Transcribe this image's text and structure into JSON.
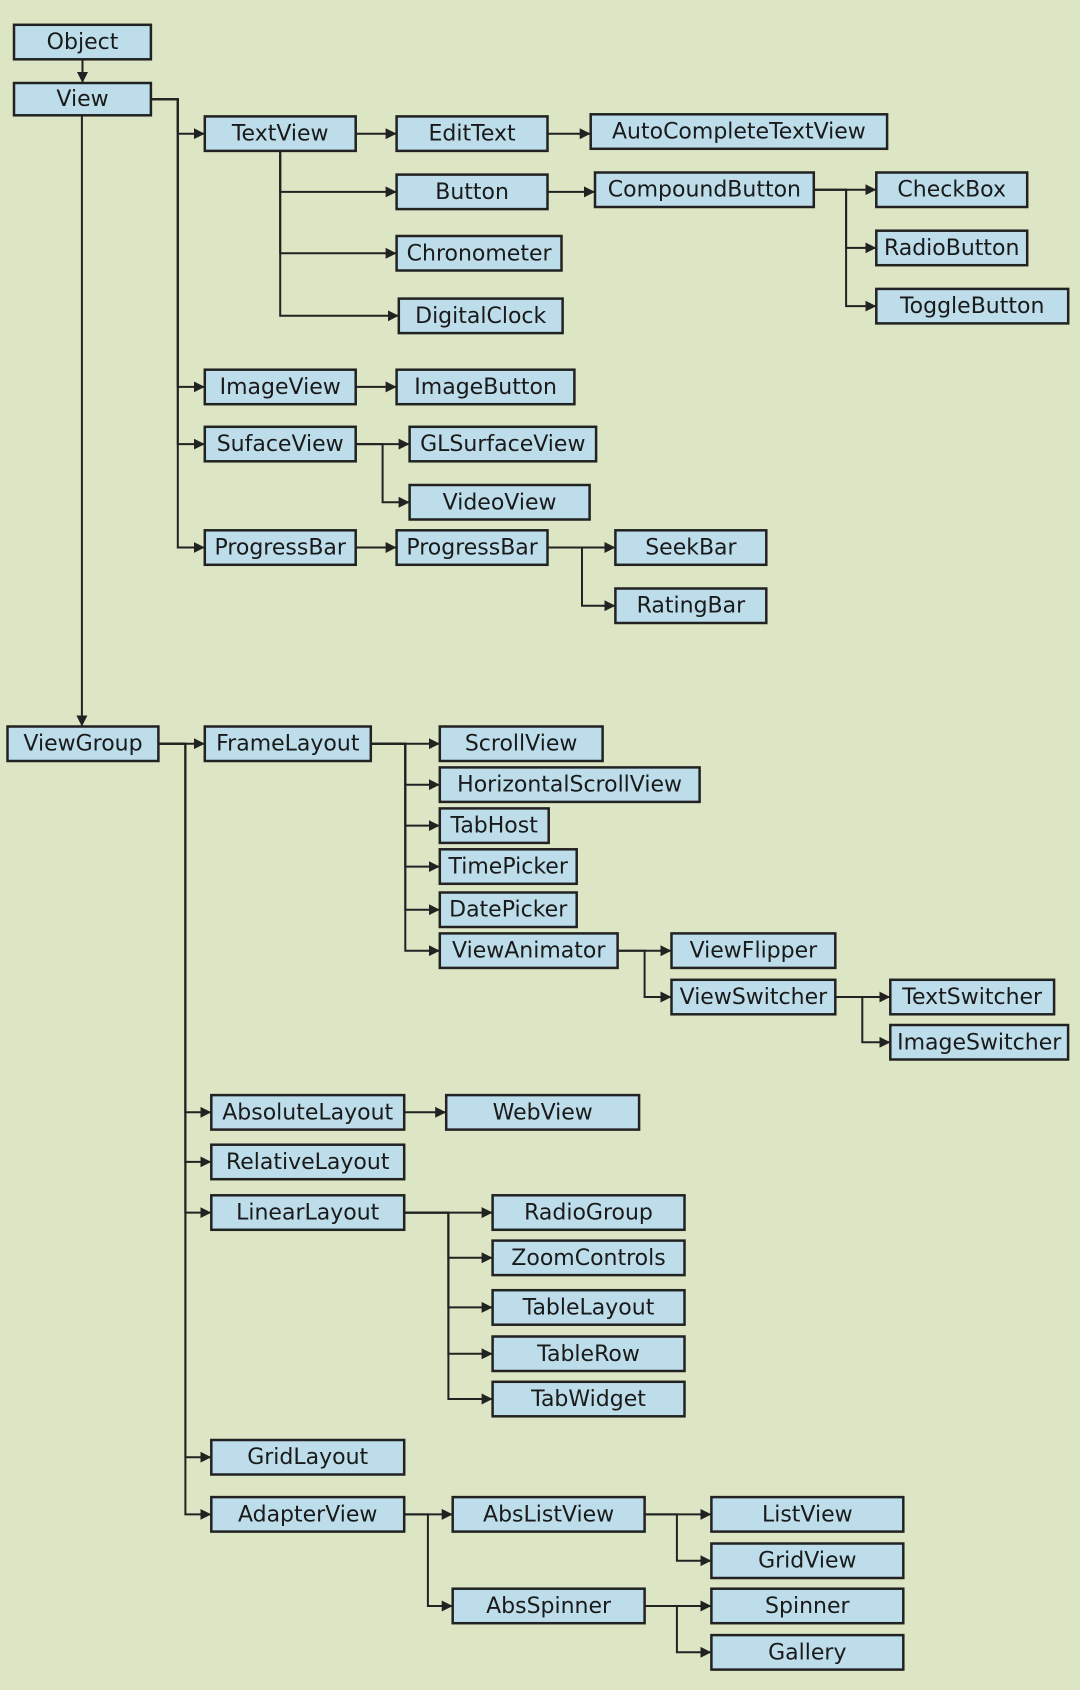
{
  "diagram": {
    "nodes": [
      {
        "id": "object",
        "label": "Object"
      },
      {
        "id": "view",
        "label": "View"
      },
      {
        "id": "textview",
        "label": "TextView"
      },
      {
        "id": "edittext",
        "label": "EditText"
      },
      {
        "id": "autocomplete",
        "label": "AutoCompleteTextView"
      },
      {
        "id": "button",
        "label": "Button"
      },
      {
        "id": "compoundbutton",
        "label": "CompoundButton"
      },
      {
        "id": "checkbox",
        "label": "CheckBox"
      },
      {
        "id": "radiobutton",
        "label": "RadioButton"
      },
      {
        "id": "togglebutton",
        "label": "ToggleButton"
      },
      {
        "id": "chronometer",
        "label": "Chronometer"
      },
      {
        "id": "digitalclock",
        "label": "DigitalClock"
      },
      {
        "id": "imageview",
        "label": "ImageView"
      },
      {
        "id": "imagebutton",
        "label": "ImageButton"
      },
      {
        "id": "sufaceview",
        "label": "SufaceView"
      },
      {
        "id": "glsurfaceview",
        "label": "GLSurfaceView"
      },
      {
        "id": "videoview",
        "label": "VideoView"
      },
      {
        "id": "progressbar1",
        "label": "ProgressBar"
      },
      {
        "id": "progressbar2",
        "label": "ProgressBar"
      },
      {
        "id": "seekbar",
        "label": "SeekBar"
      },
      {
        "id": "ratingbar",
        "label": "RatingBar"
      },
      {
        "id": "viewgroup",
        "label": "ViewGroup"
      },
      {
        "id": "framelayout",
        "label": "FrameLayout"
      },
      {
        "id": "scrollview",
        "label": "ScrollView"
      },
      {
        "id": "hscrollview",
        "label": "HorizontalScrollView"
      },
      {
        "id": "tabhost",
        "label": "TabHost"
      },
      {
        "id": "timepicker",
        "label": "TimePicker"
      },
      {
        "id": "datepicker",
        "label": "DatePicker"
      },
      {
        "id": "viewanimator",
        "label": "ViewAnimator"
      },
      {
        "id": "viewflipper",
        "label": "ViewFlipper"
      },
      {
        "id": "viewswitcher",
        "label": "ViewSwitcher"
      },
      {
        "id": "textswitcher",
        "label": "TextSwitcher"
      },
      {
        "id": "imageswitcher",
        "label": "ImageSwitcher"
      },
      {
        "id": "absolutelayout",
        "label": "AbsoluteLayout"
      },
      {
        "id": "webview",
        "label": "WebView"
      },
      {
        "id": "relativelayout",
        "label": "RelativeLayout"
      },
      {
        "id": "linearlayout",
        "label": "LinearLayout"
      },
      {
        "id": "radiogroup",
        "label": "RadioGroup"
      },
      {
        "id": "zoomcontrols",
        "label": "ZoomControls"
      },
      {
        "id": "tablelayout",
        "label": "TableLayout"
      },
      {
        "id": "tablerow",
        "label": "TableRow"
      },
      {
        "id": "tabwidget",
        "label": "TabWidget"
      },
      {
        "id": "gridlayout",
        "label": "GridLayout"
      },
      {
        "id": "adapterview",
        "label": "AdapterView"
      },
      {
        "id": "abslistview",
        "label": "AbsListView"
      },
      {
        "id": "listview",
        "label": "ListView"
      },
      {
        "id": "gridview",
        "label": "GridView"
      },
      {
        "id": "absspinner",
        "label": "AbsSpinner"
      },
      {
        "id": "spinner",
        "label": "Spinner"
      },
      {
        "id": "gallery",
        "label": "Gallery"
      }
    ],
    "edges": [
      [
        "object",
        "view"
      ],
      [
        "view",
        "textview"
      ],
      [
        "view",
        "imageview"
      ],
      [
        "view",
        "sufaceview"
      ],
      [
        "view",
        "progressbar1"
      ],
      [
        "view",
        "viewgroup"
      ],
      [
        "textview",
        "edittext"
      ],
      [
        "edittext",
        "autocomplete"
      ],
      [
        "textview",
        "button"
      ],
      [
        "button",
        "compoundbutton"
      ],
      [
        "compoundbutton",
        "checkbox"
      ],
      [
        "compoundbutton",
        "radiobutton"
      ],
      [
        "compoundbutton",
        "togglebutton"
      ],
      [
        "textview",
        "chronometer"
      ],
      [
        "textview",
        "digitalclock"
      ],
      [
        "imageview",
        "imagebutton"
      ],
      [
        "sufaceview",
        "glsurfaceview"
      ],
      [
        "sufaceview",
        "videoview"
      ],
      [
        "progressbar1",
        "progressbar2"
      ],
      [
        "progressbar2",
        "seekbar"
      ],
      [
        "progressbar2",
        "ratingbar"
      ],
      [
        "viewgroup",
        "framelayout"
      ],
      [
        "viewgroup",
        "absolutelayout"
      ],
      [
        "viewgroup",
        "relativelayout"
      ],
      [
        "viewgroup",
        "linearlayout"
      ],
      [
        "viewgroup",
        "gridlayout"
      ],
      [
        "viewgroup",
        "adapterview"
      ],
      [
        "framelayout",
        "scrollview"
      ],
      [
        "framelayout",
        "hscrollview"
      ],
      [
        "framelayout",
        "tabhost"
      ],
      [
        "framelayout",
        "timepicker"
      ],
      [
        "framelayout",
        "datepicker"
      ],
      [
        "framelayout",
        "viewanimator"
      ],
      [
        "viewanimator",
        "viewflipper"
      ],
      [
        "viewanimator",
        "viewswitcher"
      ],
      [
        "viewswitcher",
        "textswitcher"
      ],
      [
        "viewswitcher",
        "imageswitcher"
      ],
      [
        "absolutelayout",
        "webview"
      ],
      [
        "linearlayout",
        "radiogroup"
      ],
      [
        "linearlayout",
        "zoomcontrols"
      ],
      [
        "linearlayout",
        "tablelayout"
      ],
      [
        "linearlayout",
        "tablerow"
      ],
      [
        "linearlayout",
        "tabwidget"
      ],
      [
        "adapterview",
        "abslistview"
      ],
      [
        "adapterview",
        "absspinner"
      ],
      [
        "abslistview",
        "listview"
      ],
      [
        "abslistview",
        "gridview"
      ],
      [
        "absspinner",
        "spinner"
      ],
      [
        "absspinner",
        "gallery"
      ]
    ]
  }
}
